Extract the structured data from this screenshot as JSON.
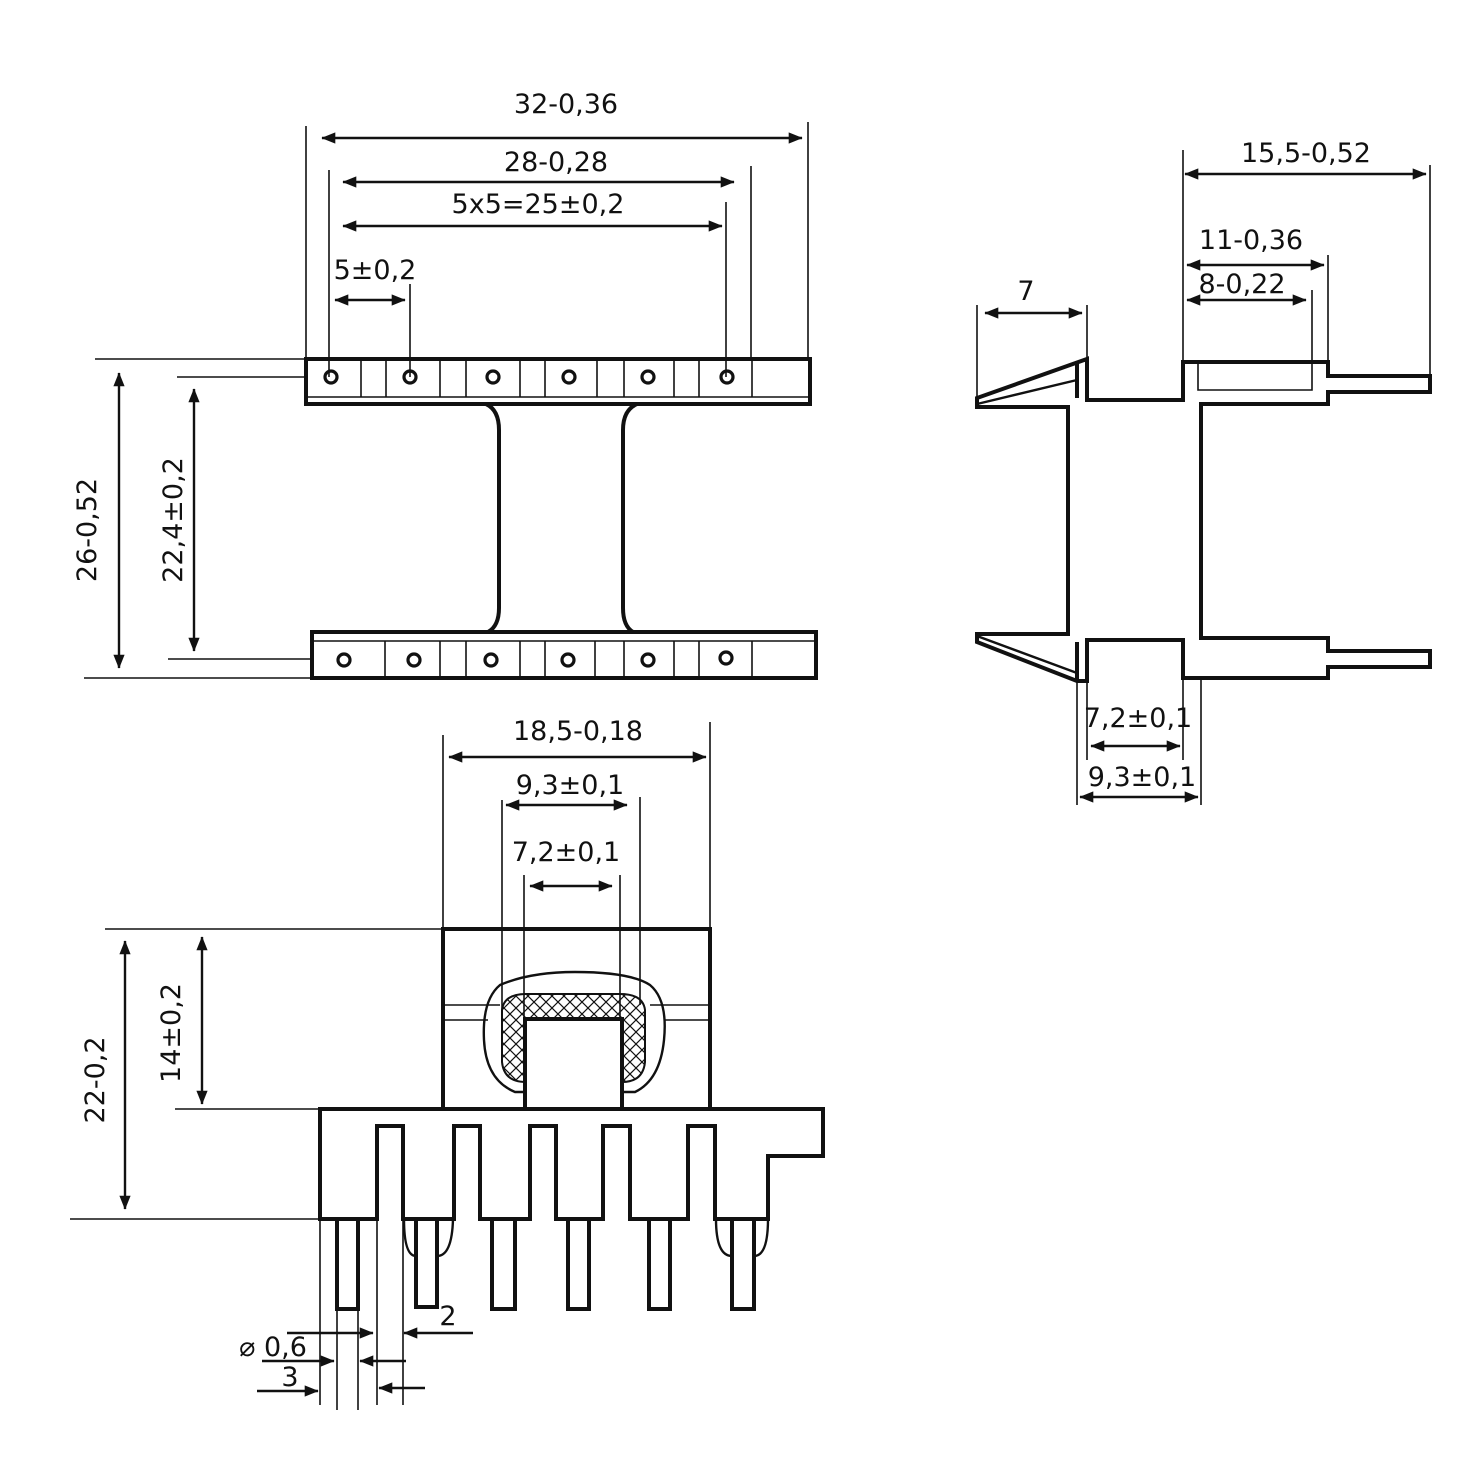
{
  "top_view": {
    "overall_width": "32-0,36",
    "pin_row_span": "28-0,28",
    "pin_pitch_total": "5x5=25±0,2",
    "pin_pitch": "5±0,2",
    "overall_depth": "26-0,52",
    "pin_row_distance": "22,4±0,2"
  },
  "side_view": {
    "overall_length": "15,5-0,52",
    "flange_dim_a": "11-0,36",
    "flange_dim_b": "8-0,22",
    "latch_length": "7",
    "slot_inner": "7,2±0,1",
    "slot_outer": "9,3±0,1"
  },
  "front_view": {
    "body_width": "18,5-0,18",
    "core_outer": "9,3±0,1",
    "core_inner": "7,2±0,1",
    "overall_height": "22-0,2",
    "body_height": "14±0,2",
    "pin_diameter": "⌀ 0,6",
    "pin_offset": "3",
    "pin_gap": "2"
  }
}
